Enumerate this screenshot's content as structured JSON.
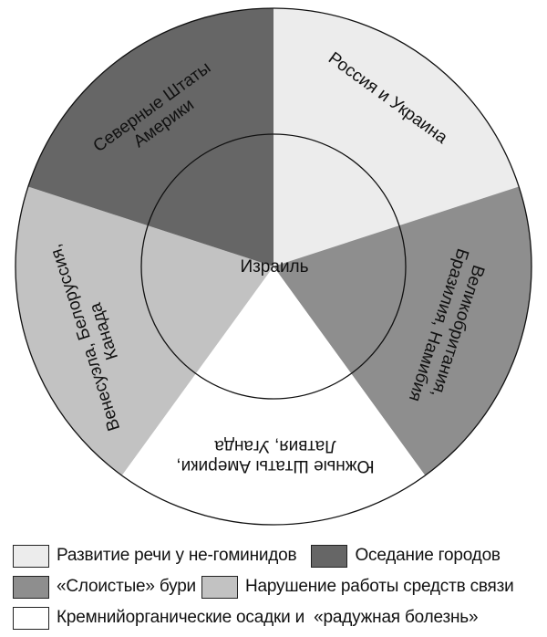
{
  "diagram": {
    "center_label": "Израиль",
    "segments": [
      {
        "id": "speech",
        "label_lines": [
          "Россия и Украина"
        ],
        "color": "#ececec",
        "category": "Развитие речи у не-гоминидов"
      },
      {
        "id": "storms",
        "label_lines": [
          "Великобритания,",
          "Бразилия, Намибия"
        ],
        "color": "#8e8e8e",
        "category": "«Слоистые» бури"
      },
      {
        "id": "silicon",
        "label_lines": [
          "Южные Штаты Америки,",
          "Латвия, Уганда"
        ],
        "color": "#ffffff",
        "category": "Кремнийорганические осадки и «радужная болезнь»"
      },
      {
        "id": "comms",
        "label_lines": [
          "Венесуэла, Белоруссия,",
          "Канада"
        ],
        "color": "#c2c2c2",
        "category": "Нарушение работы средств связи"
      },
      {
        "id": "subsidence",
        "label_lines": [
          "Северные Штаты",
          "Америки"
        ],
        "color": "#666666",
        "category": "Оседание городов"
      }
    ]
  },
  "legend": {
    "items": [
      {
        "label": "Развитие речи у не-гоминидов",
        "color": "#ececec"
      },
      {
        "label": "Оседание городов",
        "color": "#666666"
      },
      {
        "label": "«Слоистые» бури",
        "color": "#8e8e8e"
      },
      {
        "label": "Нарушение работы средств связи",
        "color": "#c2c2c2"
      },
      {
        "label": "Кремнийорганические осадки и  «радужная болезнь»",
        "color": "#ffffff"
      }
    ]
  }
}
